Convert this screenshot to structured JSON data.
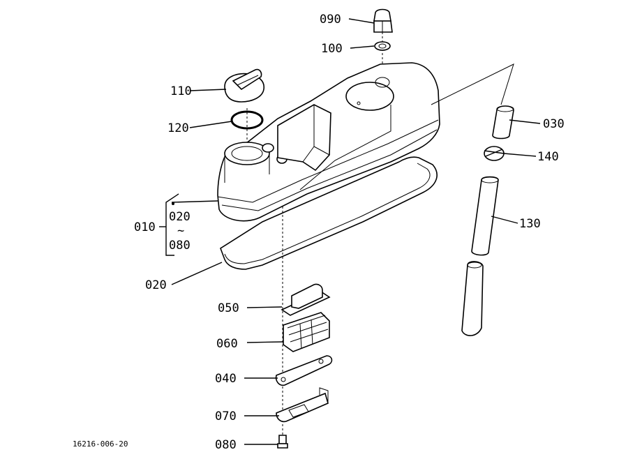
{
  "labels": {
    "p090": "090",
    "p100": "100",
    "p110": "110",
    "p120": "120",
    "p030": "030",
    "p140": "140",
    "p130": "130",
    "p010": "010",
    "p010_range_start": "020",
    "p010_range_sep": "~",
    "p010_range_end": "080",
    "p020": "020",
    "p050": "050",
    "p060": "060",
    "p040": "040",
    "p070": "070",
    "p080": "080"
  },
  "figure_code": "16216-006-20"
}
